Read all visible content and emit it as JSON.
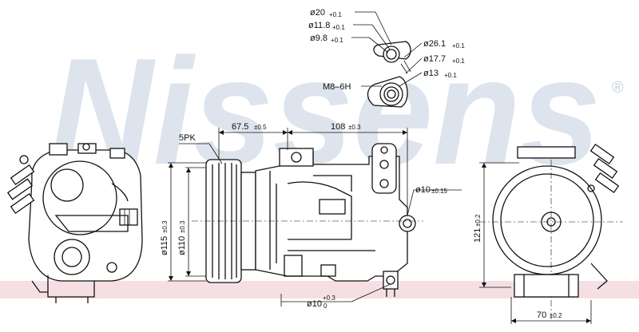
{
  "brand": {
    "watermark": "Nissens",
    "registered_mark": "®",
    "watermark_color": "#dde4ee",
    "band_color": "#f6dfe2"
  },
  "fitting_dims": {
    "d20": "ø20",
    "d20_tol": "+0.1",
    "d11_8": "ø11.8",
    "d11_8_tol": "+0.1",
    "d9_8": "ø9.8",
    "d9_8_tol": "+0.1",
    "d26_1": "ø26.1",
    "d26_1_tol": "+0.1",
    "d17_7": "ø17.7",
    "d17_7_tol": "+0.1",
    "d13": "ø13",
    "d13_tol": "+0.1",
    "thread": "M8–6H"
  },
  "side_dims": {
    "belt": "5PK",
    "offset": "67.5",
    "offset_tol": "±0.5",
    "length": "108",
    "length_tol": "±0.3",
    "port": "ø10",
    "port_tol": "±0.15",
    "pulley_outer": "ø115",
    "pulley_outer_tol": "±0.3",
    "pulley_inner": "ø110",
    "pulley_inner_tol": "±0.3",
    "mount_hole": "ø10",
    "mount_hole_tol_upper": "+0.3",
    "mount_hole_tol_lower": "0"
  },
  "front_dims": {
    "height": "121",
    "height_tol": "±0.2",
    "width": "70",
    "width_tol": "±0.2"
  }
}
